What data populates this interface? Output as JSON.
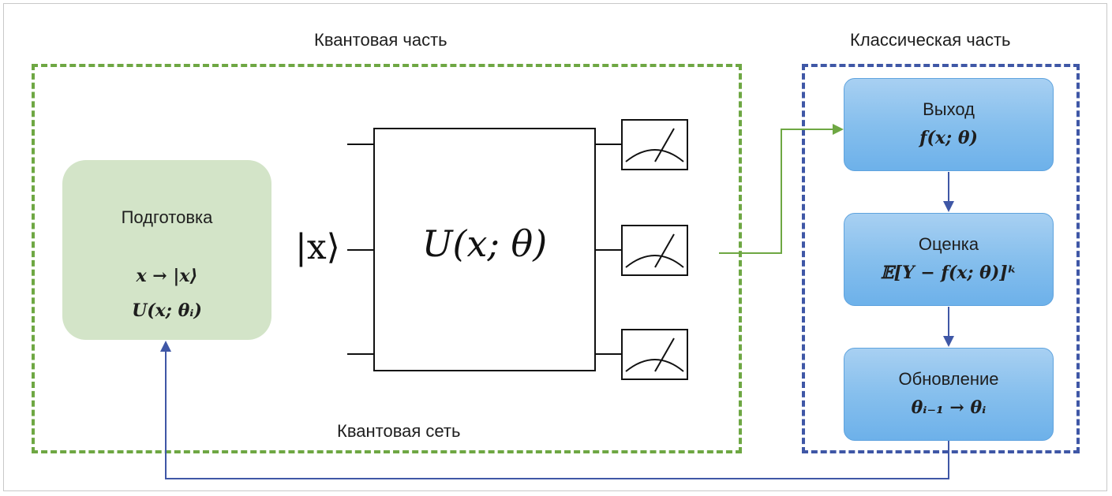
{
  "quantum_part": {
    "title": "Квантовая часть",
    "network_label": "Квантовая сеть",
    "preparation": {
      "title": "Подготовка",
      "formula_1": "x → |x⟩",
      "formula_2": "U(x; θᵢ)"
    },
    "ket_label": "|x⟩",
    "gate_label": "U(x; θ)",
    "measurements": [
      "meter-1",
      "meter-2",
      "meter-3"
    ]
  },
  "classical_part": {
    "title": "Классическая часть",
    "boxes": [
      {
        "title": "Выход",
        "formula": "f(x; θ)"
      },
      {
        "title": "Оценка",
        "formula": "𝔼[Y − f(x; θ)]ᵏ"
      },
      {
        "title": "Обновление",
        "formula": "θᵢ₋₁ → θᵢ"
      }
    ]
  },
  "colors": {
    "quantum_border": "#6ea743",
    "classical_border": "#3f57a6",
    "preparation_fill": "#d3e4c8",
    "classical_fill": "#86bfed",
    "green_arrow": "#6ea743",
    "blue_arrow": "#3f57a6"
  }
}
